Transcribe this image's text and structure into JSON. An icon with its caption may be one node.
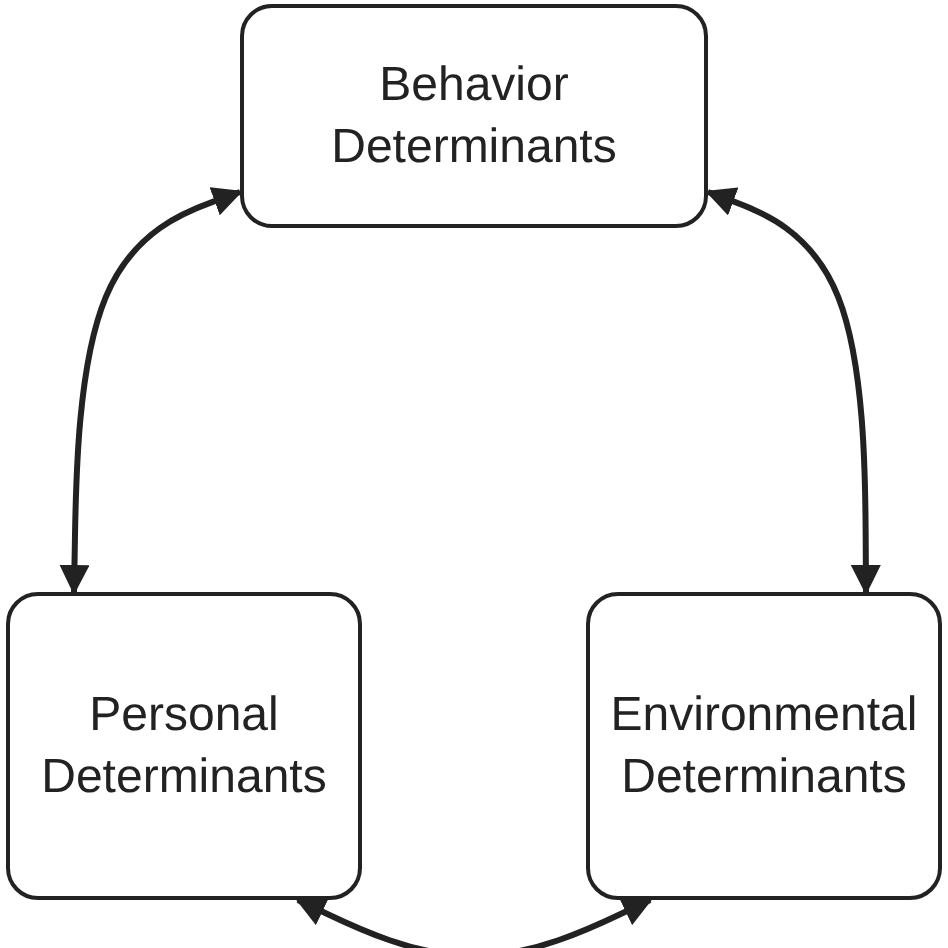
{
  "diagram": {
    "nodes": [
      {
        "text": [
          "Behavior Determinants"
        ]
      },
      {
        "text": [
          "Personal Determinants"
        ]
      },
      {
        "text": [
          "Environmental Determinants"
        ]
      }
    ],
    "edges": [
      {
        "from": 0,
        "to": 1,
        "arrow": "both"
      },
      {
        "from": 0,
        "to": 2,
        "arrow": "both"
      },
      {
        "from": 1,
        "to": 2,
        "arrow": "both"
      }
    ]
  }
}
